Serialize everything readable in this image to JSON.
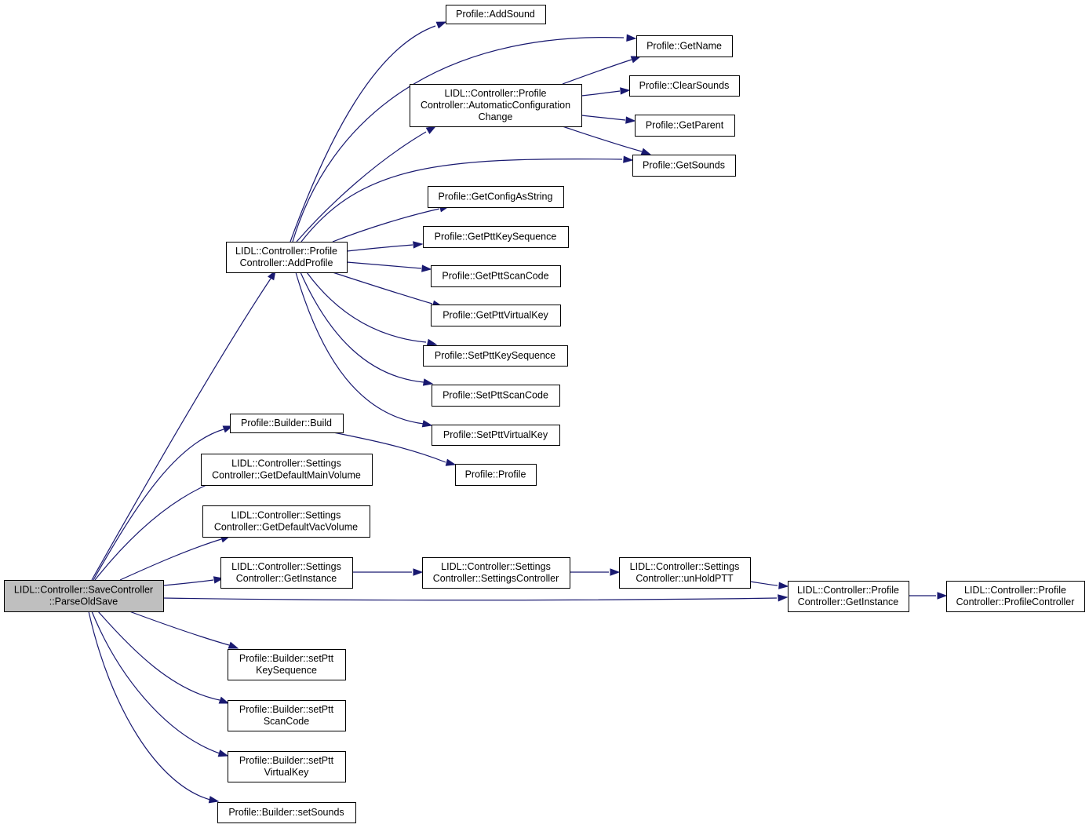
{
  "graph": {
    "nodes": [
      {
        "id": "root",
        "lines": [
          "LIDL::Controller::SaveController",
          "::ParseOldSave"
        ]
      },
      {
        "id": "addProfile",
        "lines": [
          "LIDL::Controller::Profile",
          "Controller::AddProfile"
        ]
      },
      {
        "id": "addSound",
        "lines": [
          "Profile::AddSound"
        ]
      },
      {
        "id": "getName",
        "lines": [
          "Profile::GetName"
        ]
      },
      {
        "id": "autoConfig",
        "lines": [
          "LIDL::Controller::Profile",
          "Controller::AutomaticConfiguration",
          "Change"
        ]
      },
      {
        "id": "clearSounds",
        "lines": [
          "Profile::ClearSounds"
        ]
      },
      {
        "id": "getParent",
        "lines": [
          "Profile::GetParent"
        ]
      },
      {
        "id": "getSounds",
        "lines": [
          "Profile::GetSounds"
        ]
      },
      {
        "id": "getConfig",
        "lines": [
          "Profile::GetConfigAsString"
        ]
      },
      {
        "id": "getKeySeq",
        "lines": [
          "Profile::GetPttKeySequence"
        ]
      },
      {
        "id": "getScan",
        "lines": [
          "Profile::GetPttScanCode"
        ]
      },
      {
        "id": "getVirt",
        "lines": [
          "Profile::GetPttVirtualKey"
        ]
      },
      {
        "id": "setKeySeq",
        "lines": [
          "Profile::SetPttKeySequence"
        ]
      },
      {
        "id": "setScan",
        "lines": [
          "Profile::SetPttScanCode"
        ]
      },
      {
        "id": "setVirt",
        "lines": [
          "Profile::SetPttVirtualKey"
        ]
      },
      {
        "id": "build",
        "lines": [
          "Profile::Builder::Build"
        ]
      },
      {
        "id": "profileCtor",
        "lines": [
          "Profile::Profile"
        ]
      },
      {
        "id": "defMain",
        "lines": [
          "LIDL::Controller::Settings",
          "Controller::GetDefaultMainVolume"
        ]
      },
      {
        "id": "defVac",
        "lines": [
          "LIDL::Controller::Settings",
          "Controller::GetDefaultVacVolume"
        ]
      },
      {
        "id": "settingsInst",
        "lines": [
          "LIDL::Controller::Settings",
          "Controller::GetInstance"
        ]
      },
      {
        "id": "settingsCtor",
        "lines": [
          "LIDL::Controller::Settings",
          "Controller::SettingsController"
        ]
      },
      {
        "id": "unHold",
        "lines": [
          "LIDL::Controller::Settings",
          "Controller::unHoldPTT"
        ]
      },
      {
        "id": "profInst",
        "lines": [
          "LIDL::Controller::Profile",
          "Controller::GetInstance"
        ]
      },
      {
        "id": "profCtor",
        "lines": [
          "LIDL::Controller::Profile",
          "Controller::ProfileController"
        ]
      },
      {
        "id": "bKeySeq",
        "lines": [
          "Profile::Builder::setPtt",
          "KeySequence"
        ]
      },
      {
        "id": "bScan",
        "lines": [
          "Profile::Builder::setPtt",
          "ScanCode"
        ]
      },
      {
        "id": "bVirt",
        "lines": [
          "Profile::Builder::setPtt",
          "VirtualKey"
        ]
      },
      {
        "id": "bSounds",
        "lines": [
          "Profile::Builder::setSounds"
        ]
      }
    ],
    "edges": [
      {
        "from": "root",
        "to": "addProfile"
      },
      {
        "from": "root",
        "to": "build"
      },
      {
        "from": "root",
        "to": "defMain"
      },
      {
        "from": "root",
        "to": "defVac"
      },
      {
        "from": "root",
        "to": "settingsInst"
      },
      {
        "from": "root",
        "to": "profInst"
      },
      {
        "from": "root",
        "to": "bKeySeq"
      },
      {
        "from": "root",
        "to": "bScan"
      },
      {
        "from": "root",
        "to": "bVirt"
      },
      {
        "from": "root",
        "to": "bSounds"
      },
      {
        "from": "addProfile",
        "to": "addSound"
      },
      {
        "from": "addProfile",
        "to": "getName"
      },
      {
        "from": "addProfile",
        "to": "autoConfig"
      },
      {
        "from": "addProfile",
        "to": "getSounds"
      },
      {
        "from": "addProfile",
        "to": "getConfig"
      },
      {
        "from": "addProfile",
        "to": "getKeySeq"
      },
      {
        "from": "addProfile",
        "to": "getScan"
      },
      {
        "from": "addProfile",
        "to": "getVirt"
      },
      {
        "from": "addProfile",
        "to": "setKeySeq"
      },
      {
        "from": "addProfile",
        "to": "setScan"
      },
      {
        "from": "addProfile",
        "to": "setVirt"
      },
      {
        "from": "autoConfig",
        "to": "getName"
      },
      {
        "from": "autoConfig",
        "to": "clearSounds"
      },
      {
        "from": "autoConfig",
        "to": "getParent"
      },
      {
        "from": "autoConfig",
        "to": "getSounds"
      },
      {
        "from": "build",
        "to": "profileCtor"
      },
      {
        "from": "settingsInst",
        "to": "settingsCtor"
      },
      {
        "from": "settingsCtor",
        "to": "unHold"
      },
      {
        "from": "unHold",
        "to": "profInst"
      },
      {
        "from": "profInst",
        "to": "profCtor"
      }
    ]
  }
}
